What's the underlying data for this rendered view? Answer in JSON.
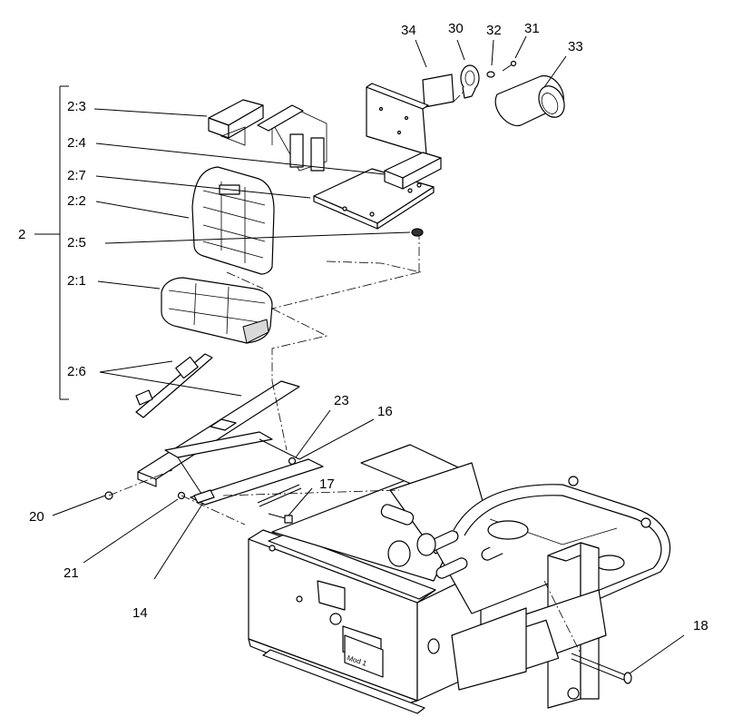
{
  "callouts": {
    "c34": "34",
    "c30": "30",
    "c32": "32",
    "c31": "31",
    "c33": "33",
    "c2_3": "2:3",
    "c2_4": "2:4",
    "c2_7": "2:7",
    "c2_2": "2:2",
    "c2": "2",
    "c2_5": "2:5",
    "c2_1": "2:1",
    "c2_6": "2:6",
    "c23": "23",
    "c16": "16",
    "c17": "17",
    "c20": "20",
    "c21": "21",
    "c14": "14",
    "c18": "18"
  },
  "panel_labels": {
    "plate": "Mod 1"
  }
}
